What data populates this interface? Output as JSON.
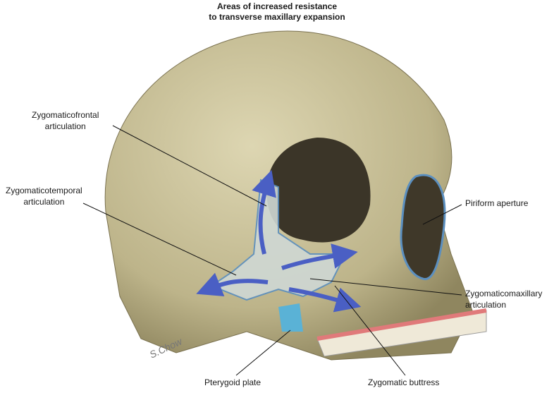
{
  "title": {
    "line1": "Areas of increased resistance",
    "line2": "to transverse maxillary expansion"
  },
  "labels": {
    "zygomaticofrontal": {
      "line1": "Zygomaticofrontal",
      "line2": "articulation"
    },
    "zygomaticotemporal": {
      "line1": "Zygomaticotemporal",
      "line2": "articulation"
    },
    "piriform": {
      "line1": "Piriform aperture"
    },
    "zygomaticomaxillary": {
      "line1": "Zygomaticomaxillary",
      "line2": "articulation"
    },
    "pterygoid": {
      "line1": "Pterygoid plate"
    },
    "buttress": {
      "line1": "Zygomatic buttress"
    }
  },
  "signature": "S.Chow",
  "colors": {
    "bone": "#c9c19a",
    "highlight": "#7fa9c9",
    "arrow": "#4a5fc4",
    "gum": "#e07a7a"
  }
}
